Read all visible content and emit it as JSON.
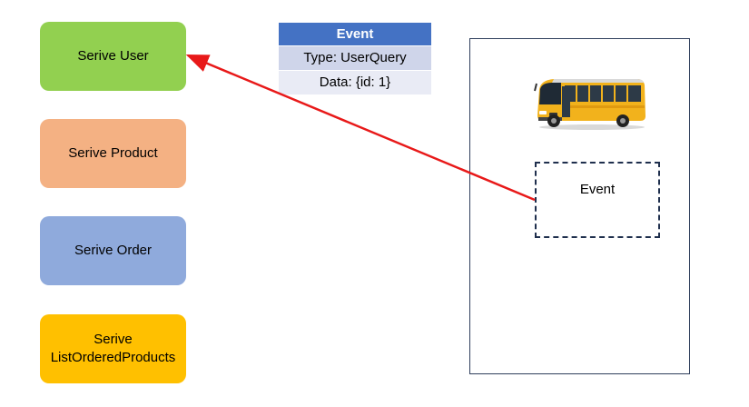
{
  "services": [
    {
      "label": "Serive User"
    },
    {
      "label": "Serive Product"
    },
    {
      "label": "Serive Order"
    },
    {
      "label": "Serive\nListOrderedProducts"
    }
  ],
  "event_table": {
    "header": "Event",
    "type_row": "Type: UserQuery",
    "data_row": "Data: {id: 1}"
  },
  "bus": {
    "event_label": "Event",
    "icon": "bus-icon"
  },
  "colors": {
    "service_user": "#92d050",
    "service_product": "#f4b183",
    "service_order": "#8faadc",
    "service_list": "#ffc000",
    "table_header": "#4472c4",
    "arrow": "#e81919"
  }
}
